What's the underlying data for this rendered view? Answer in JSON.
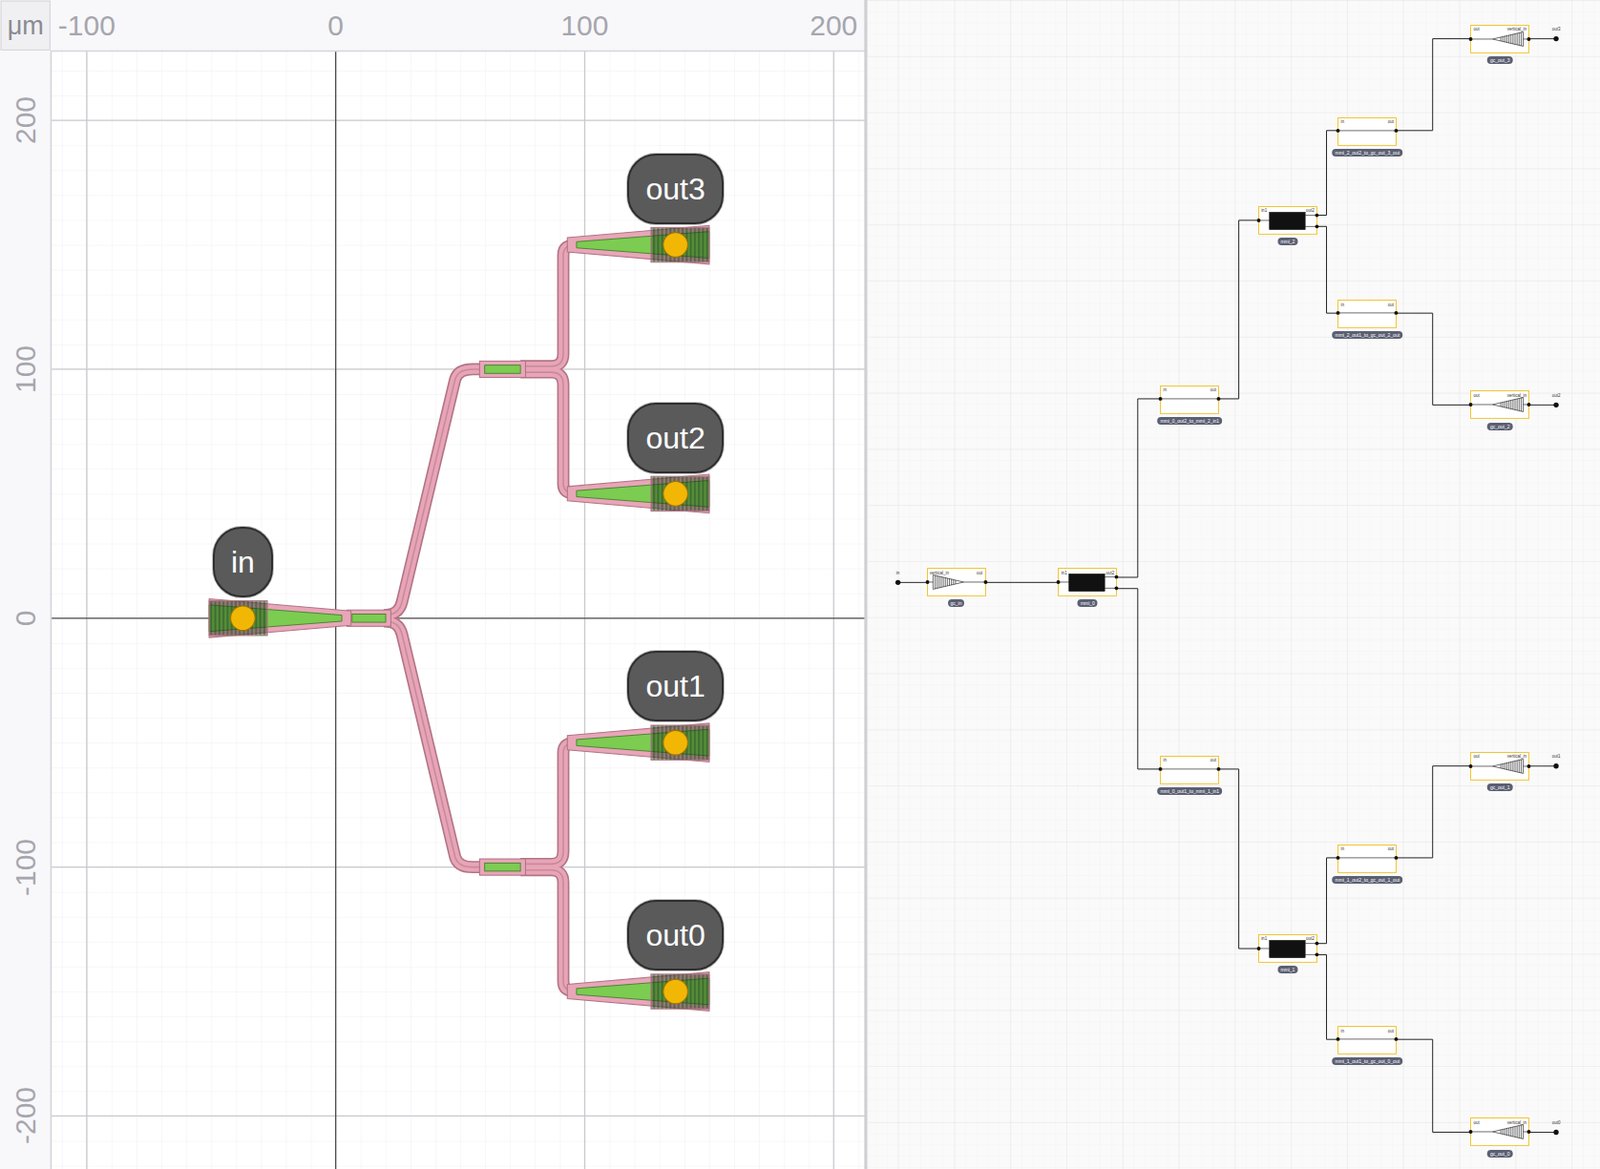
{
  "diagram": {
    "nodes": [
      {
        "text": [
          "in"
        ]
      },
      {
        "text": [
          "out3"
        ]
      },
      {
        "text": [
          "out2"
        ]
      },
      {
        "text": [
          "out1"
        ]
      },
      {
        "text": [
          "out0"
        ]
      },
      {
        "text": [
          "gc_in"
        ]
      },
      {
        "text": [
          "mmi_0"
        ]
      },
      {
        "text": [
          "mmi_0_out2_to_mmi_2_in1"
        ]
      },
      {
        "text": [
          "mmi_0_out1_to_mmi_1_in1"
        ]
      },
      {
        "text": [
          "mmi_2"
        ]
      },
      {
        "text": [
          "mmi_1"
        ]
      },
      {
        "text": [
          "mmi_2_out2_to_gc_out_3_out"
        ]
      },
      {
        "text": [
          "mmi_2_out1_to_gc_out_2_out"
        ]
      },
      {
        "text": [
          "mmi_1_out2_to_gc_out_1_out"
        ]
      },
      {
        "text": [
          "mmi_1_out1_to_gc_out_0_out"
        ]
      },
      {
        "text": [
          "gc_out_3"
        ]
      },
      {
        "text": [
          "gc_out_2"
        ]
      },
      {
        "text": [
          "gc_out_1"
        ]
      },
      {
        "text": [
          "gc_out_0"
        ]
      }
    ],
    "edges": [
      {
        "from": 5,
        "to": 6,
        "arrow": "none"
      },
      {
        "from": 6,
        "to": 7,
        "arrow": "none"
      },
      {
        "from": 6,
        "to": 8,
        "arrow": "none"
      },
      {
        "from": 7,
        "to": 9,
        "arrow": "none"
      },
      {
        "from": 8,
        "to": 10,
        "arrow": "none"
      },
      {
        "from": 9,
        "to": 11,
        "arrow": "none"
      },
      {
        "from": 9,
        "to": 12,
        "arrow": "none"
      },
      {
        "from": 10,
        "to": 13,
        "arrow": "none"
      },
      {
        "from": 10,
        "to": 14,
        "arrow": "none"
      },
      {
        "from": 11,
        "to": 15,
        "arrow": "none"
      },
      {
        "from": 12,
        "to": 16,
        "arrow": "none"
      },
      {
        "from": 13,
        "to": 17,
        "arrow": "none"
      },
      {
        "from": 14,
        "to": 18,
        "arrow": "none"
      }
    ],
    "labels": [
      "μm",
      "-100",
      "0",
      "100",
      "200",
      "200",
      "100",
      "0",
      "-100",
      "-200",
      "in",
      "vertical_in",
      "out",
      "in1",
      "out2",
      "in",
      "out",
      "in",
      "out",
      "in1",
      "out2",
      "in1",
      "out2",
      "in",
      "out",
      "in",
      "out",
      "in",
      "out",
      "in",
      "out",
      "out",
      "vertical_in",
      "out3",
      "out",
      "vertical_in",
      "out2",
      "out",
      "vertical_in",
      "out1",
      "out",
      "vertical_in",
      "out0"
    ]
  }
}
